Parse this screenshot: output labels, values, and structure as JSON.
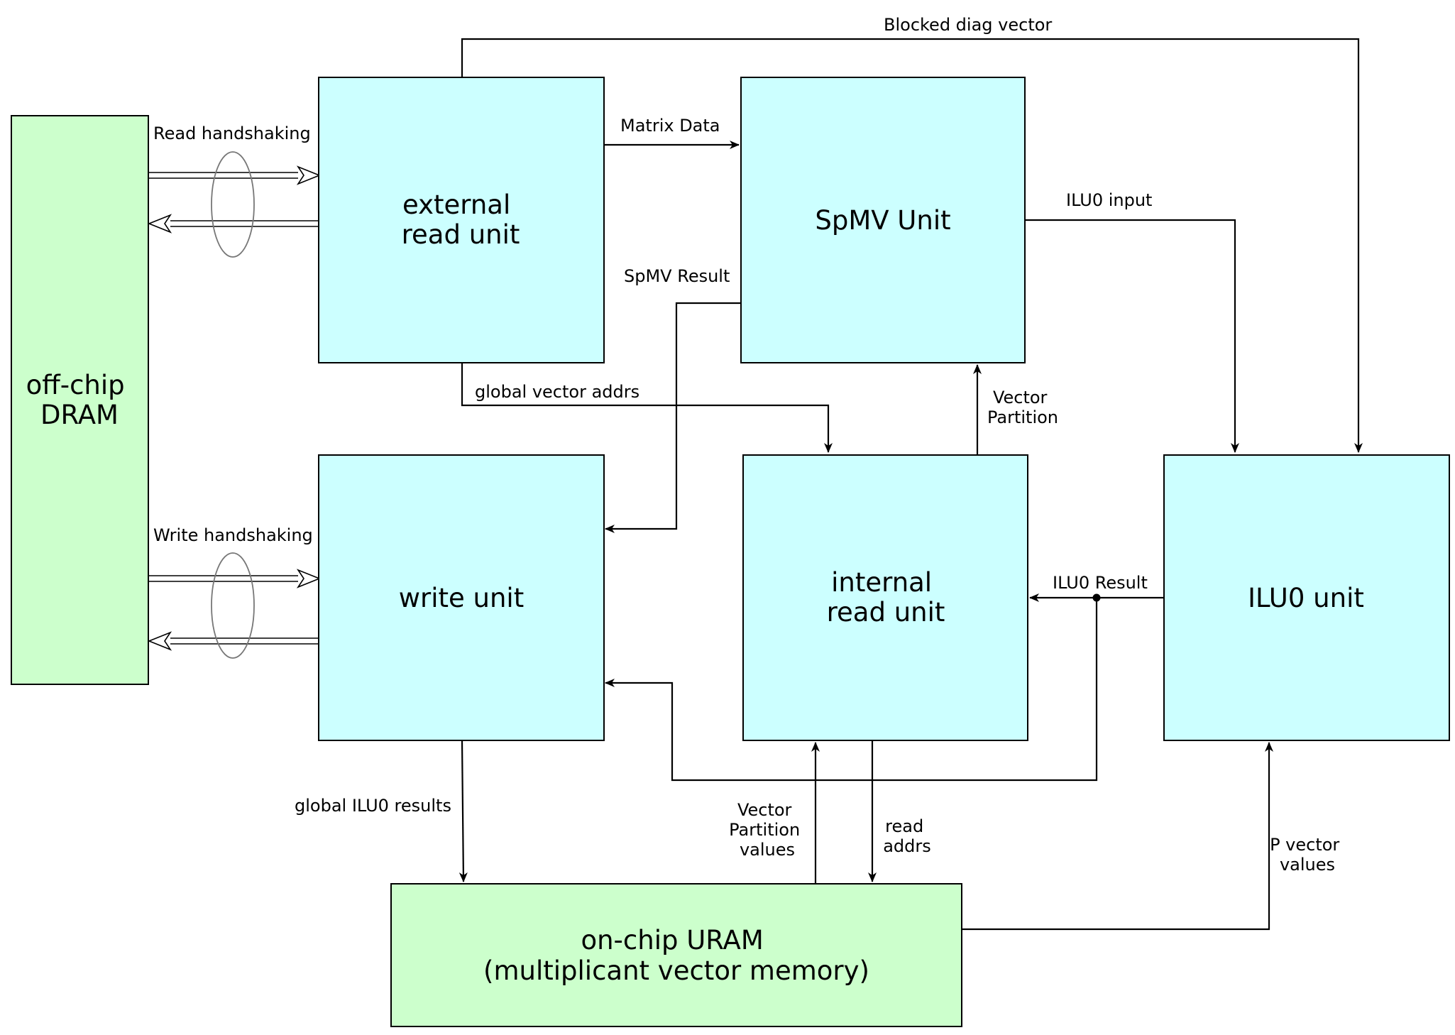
{
  "colors": {
    "dram_fill": "#ccffcc",
    "unit_fill": "#ccffff",
    "uram_fill": "#ccffcc",
    "line": "#000000",
    "handshake_ellipse": "#777777"
  },
  "blocks": {
    "dram": {
      "lines": [
        "off-chip",
        "DRAM"
      ]
    },
    "ext_read": {
      "lines": [
        "external",
        "read unit"
      ]
    },
    "spmv": {
      "lines": [
        "SpMV Unit"
      ]
    },
    "write": {
      "lines": [
        "write unit"
      ]
    },
    "int_read": {
      "lines": [
        "internal",
        "read unit"
      ]
    },
    "ilu0": {
      "lines": [
        "ILU0 unit"
      ]
    },
    "uram": {
      "lines": [
        "on-chip URAM",
        "(multiplicant vector memory)"
      ]
    }
  },
  "edges": {
    "blocked_diag": "Blocked diag vector",
    "read_handshaking": "Read handshaking",
    "matrix_data": "Matrix Data",
    "ilu0_input": "ILU0 input",
    "spmv_result": "SpMV Result",
    "global_vector_addrs": "global vector addrs",
    "vector_partition_top": [
      "Vector",
      "Partition"
    ],
    "write_handshaking": "Write handshaking",
    "ilu0_result": "ILU0 Result",
    "global_ilu0_results": "global ILU0 results",
    "vector_partition_values": [
      "Vector",
      "Partition",
      "values"
    ],
    "read_addrs": [
      "read",
      "addrs"
    ],
    "p_vector_values": [
      "P vector",
      "values"
    ]
  }
}
